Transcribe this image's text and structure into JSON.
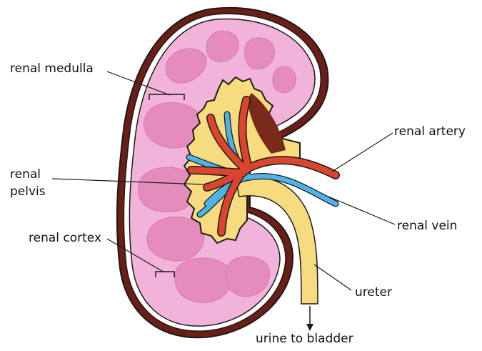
{
  "labels": {
    "renal_medulla": "renal medulla",
    "renal_artery": "renal artery",
    "renal_pelvis_line1": "renal",
    "renal_pelvis_line2": "pelvis",
    "renal_vein": "renal vein",
    "renal_cortex": "renal cortex",
    "ureter": "ureter",
    "urine_to_bladder": "urine to bladder"
  },
  "colors": {
    "capsule": "#6b1e16",
    "cortex": "#f2b3da",
    "pyramid": "#e58cbc",
    "pelvis": "#f6dc7e",
    "artery": "#d9452f",
    "vein": "#4fb3e8",
    "outline": "#1a1a1a"
  }
}
